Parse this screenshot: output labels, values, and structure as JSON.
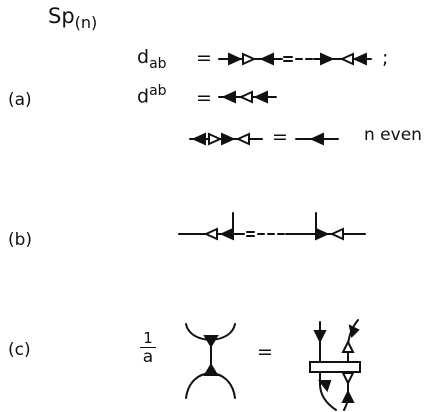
{
  "title": {
    "group": "Sp",
    "arg": "(n)"
  },
  "panels": {
    "a": {
      "label": "(a)",
      "d_lower": {
        "symbol": "d",
        "index": "ab"
      },
      "d_upper": {
        "symbol": "d",
        "index": "ab"
      },
      "equals_1": "=",
      "equals_2": "=",
      "equals_3": "=",
      "separator": ";",
      "condition": "n even"
    },
    "b": {
      "label": "(b)"
    },
    "c": {
      "label": "(c)",
      "numerator": "1",
      "denominator": "a",
      "equals": "="
    }
  }
}
